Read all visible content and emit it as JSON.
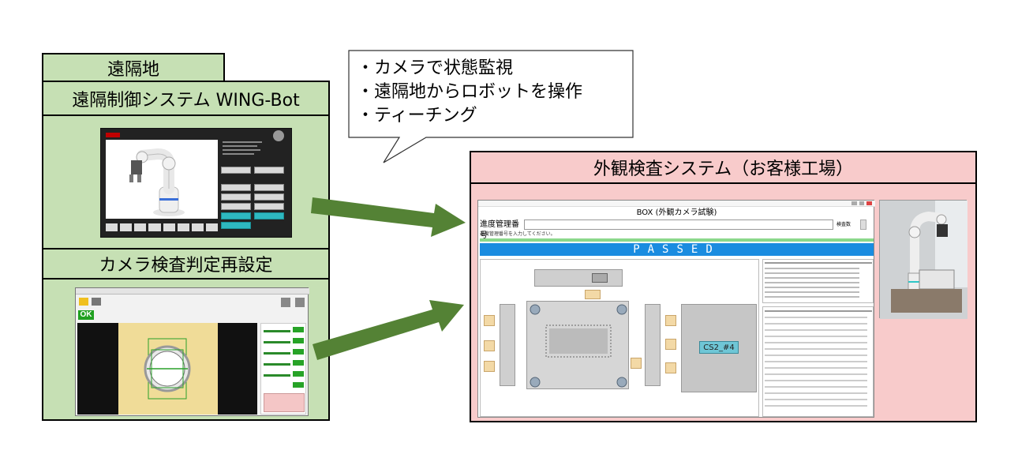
{
  "left": {
    "location_label": "遠隔地",
    "system_title": "遠隔制御システム WING-Bot",
    "camera_title": "カメラ検査判定再設定",
    "camera_ok": "OK"
  },
  "bubble": {
    "lines": [
      "・カメラで状態監視",
      "・遠隔地からロボットを操作",
      "・ティーチング"
    ]
  },
  "right": {
    "title": "外観検査システム（お客様工場）",
    "window_title": "BOX (外観カメラ試験)",
    "field_label": "進度管理番号",
    "field_hint": "進度管理番号を入力してください。",
    "count_label": "検査数",
    "result": "PASSED",
    "device_label": "CS2_#4"
  },
  "colors": {
    "green_band": "#c6e0b4",
    "pink_band": "#f8cbcb",
    "arrow": "#548235",
    "passed": "#1a8ce0"
  }
}
